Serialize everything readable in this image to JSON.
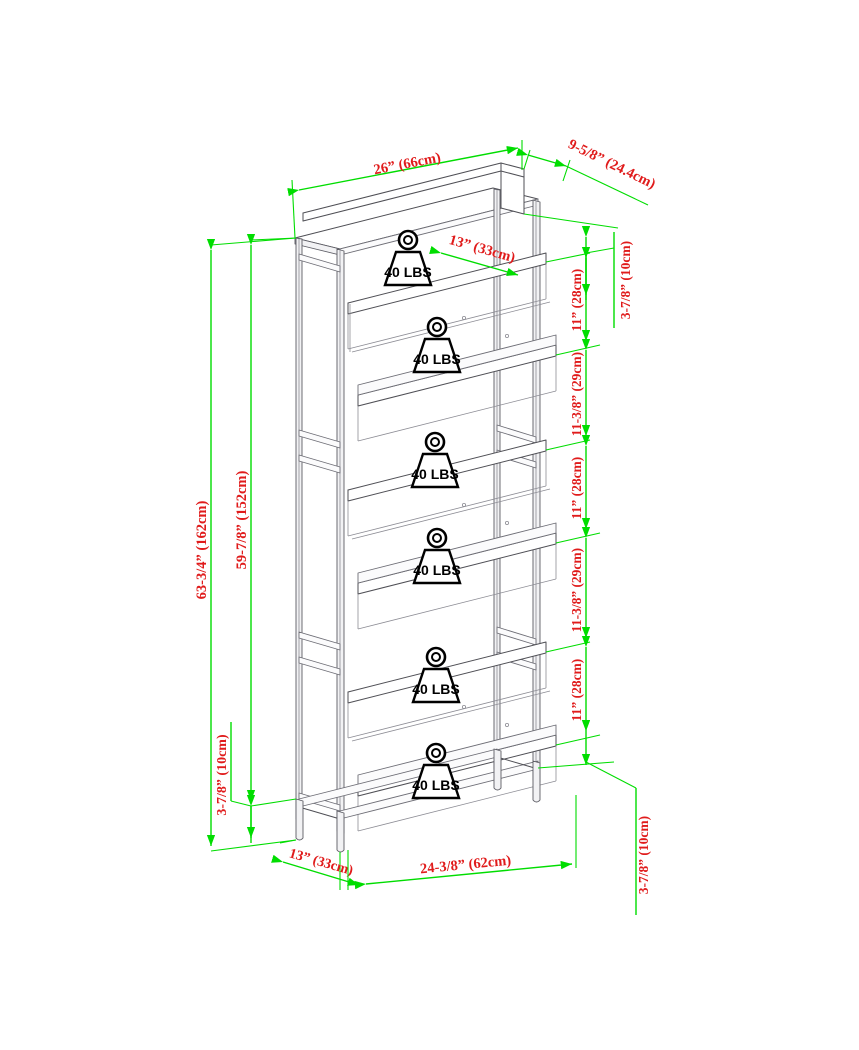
{
  "drawing": {
    "title": "5-Shelf Bookcase Dimension Diagram",
    "product": "5-tier metal-frame bookshelf",
    "units": "inches and centimeters",
    "colors": {
      "dimension_line": "#00dd00",
      "dimension_text": "#e01b1b",
      "outline": "#4f4f55",
      "background": "#ffffff"
    }
  },
  "dimensions": {
    "overall_width_top": "26” (66cm)",
    "overall_depth_top": "9-5/8” (24.4cm)",
    "shelf_depth_top": "13” (33cm)",
    "overall_height": "63-3/4” (162cm)",
    "frame_height": "59-7/8” (152cm)",
    "leg_height_left": "3-7/8” (10cm)",
    "top_offset_right": "3-7/8” (10cm)",
    "bottom_offset_right": "3-7/8” (10cm)",
    "base_width": "24-3/8” (62cm)",
    "base_depth": "13” (33cm)"
  },
  "right_stack": [
    {
      "id": "gap-1",
      "label": "11” (28cm)"
    },
    {
      "id": "gap-2",
      "label": "11-3/8” (29cm)"
    },
    {
      "id": "gap-3",
      "label": "11” (28cm)"
    },
    {
      "id": "gap-4",
      "label": "11-3/8” (29cm)"
    },
    {
      "id": "gap-5",
      "label": "11” (28cm)"
    }
  ],
  "load_badges": [
    {
      "id": "shelf-1",
      "label": "40 LBS"
    },
    {
      "id": "shelf-2",
      "label": "40 LBS"
    },
    {
      "id": "shelf-3",
      "label": "40 LBS"
    },
    {
      "id": "shelf-4",
      "label": "40 LBS"
    },
    {
      "id": "shelf-5",
      "label": "40 LBS"
    },
    {
      "id": "shelf-6",
      "label": "40 LBS"
    }
  ]
}
